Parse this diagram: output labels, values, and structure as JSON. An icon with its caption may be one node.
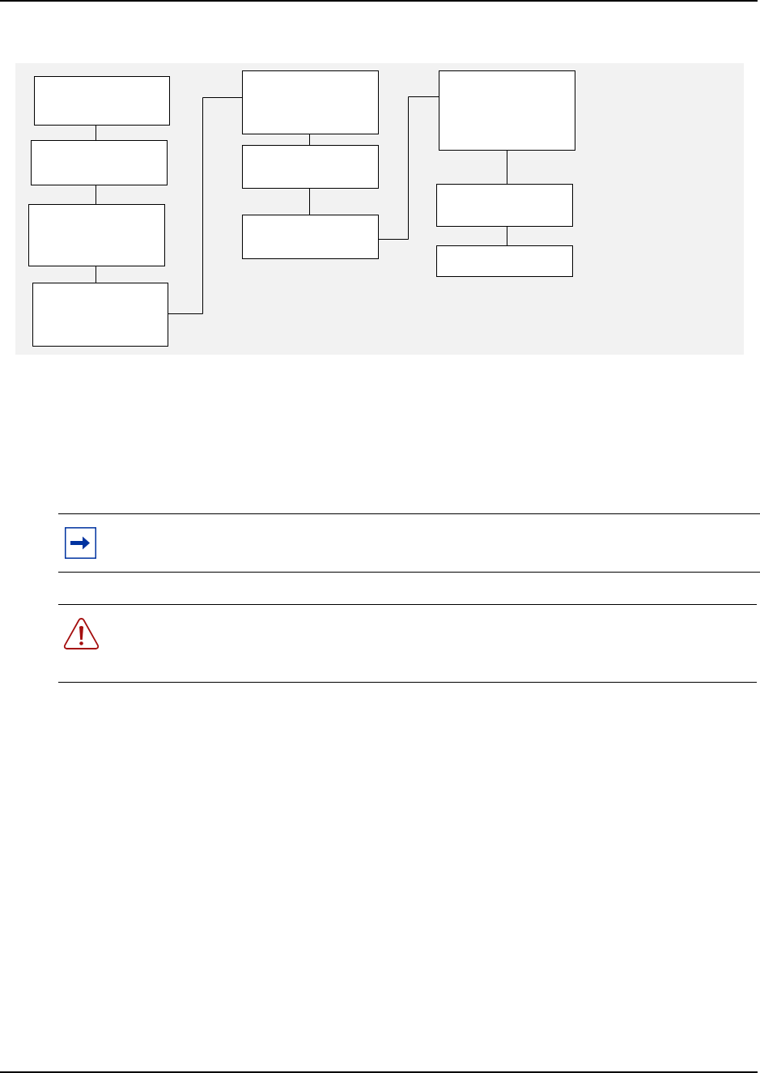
{
  "diagram": {
    "nodes": [
      {
        "text": [],
        "shape": "box"
      },
      {
        "text": [],
        "shape": "box"
      },
      {
        "text": [],
        "shape": "box"
      },
      {
        "text": [],
        "shape": "box"
      },
      {
        "text": [],
        "shape": "box"
      },
      {
        "text": [],
        "shape": "box"
      },
      {
        "text": [],
        "shape": "box"
      },
      {
        "text": [],
        "shape": "box"
      },
      {
        "text": [],
        "shape": "box"
      },
      {
        "text": [],
        "shape": "box"
      }
    ],
    "edges": [
      {
        "from": 0,
        "to": 1,
        "arrow": "none"
      },
      {
        "from": 1,
        "to": 2,
        "arrow": "none"
      },
      {
        "from": 2,
        "to": 3,
        "arrow": "none"
      },
      {
        "from": 3,
        "to": 4,
        "arrow": "none"
      },
      {
        "from": 4,
        "to": 5,
        "arrow": "none"
      },
      {
        "from": 5,
        "to": 6,
        "arrow": "none"
      },
      {
        "from": 6,
        "to": 7,
        "arrow": "none"
      },
      {
        "from": 7,
        "to": 8,
        "arrow": "none"
      },
      {
        "from": 8,
        "to": 9,
        "arrow": "none"
      }
    ]
  }
}
